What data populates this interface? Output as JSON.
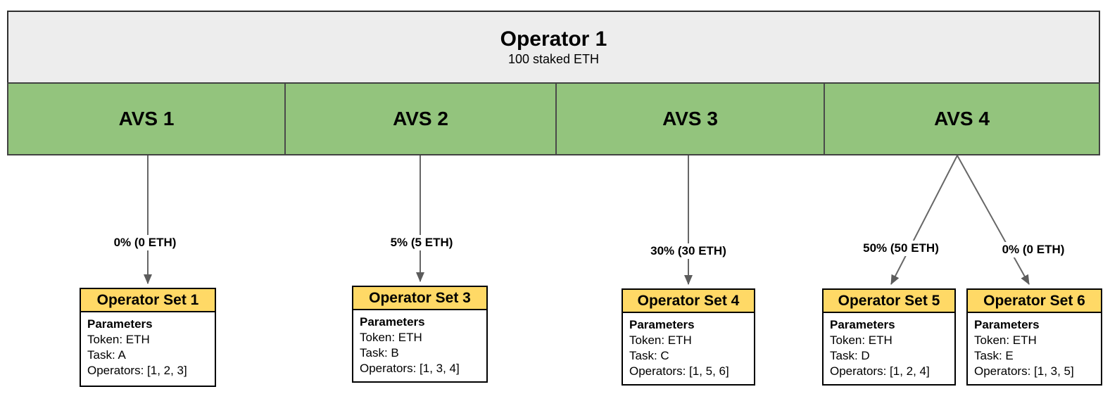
{
  "operator": {
    "title": "Operator 1",
    "subtitle": "100 staked ETH"
  },
  "avs_row": {
    "items": [
      {
        "label": "AVS 1"
      },
      {
        "label": "AVS 2"
      },
      {
        "label": "AVS 3"
      },
      {
        "label": "AVS 4"
      }
    ]
  },
  "allocations": {
    "labels": [
      "0% (0 ETH)",
      "5% (5 ETH)",
      "30% (30 ETH)",
      "50% (50 ETH)",
      "0% (0 ETH)"
    ]
  },
  "operator_sets": [
    {
      "title": "Operator Set 1",
      "parameters_heading": "Parameters",
      "token": "Token: ETH",
      "task": "Task: A",
      "operators": "Operators: [1, 2, 3]"
    },
    {
      "title": "Operator Set 3",
      "parameters_heading": "Parameters",
      "token": "Token: ETH",
      "task": "Task: B",
      "operators": "Operators: [1, 3, 4]"
    },
    {
      "title": "Operator Set 4",
      "parameters_heading": "Parameters",
      "token": "Token: ETH",
      "task": "Task: C",
      "operators": "Operators: [1, 5, 6]"
    },
    {
      "title": "Operator Set 5",
      "parameters_heading": "Parameters",
      "token": "Token: ETH",
      "task": "Task: D",
      "operators": "Operators: [1, 2, 4]"
    },
    {
      "title": "Operator Set 6",
      "parameters_heading": "Parameters",
      "token": "Token: ETH",
      "task": "Task: E",
      "operators": "Operators: [1, 3, 5]"
    }
  ],
  "colors": {
    "avs_green": "#93c47d",
    "operator_gray": "#ededed",
    "set_header_yellow": "#ffd966",
    "arrow_gray": "#666666"
  }
}
